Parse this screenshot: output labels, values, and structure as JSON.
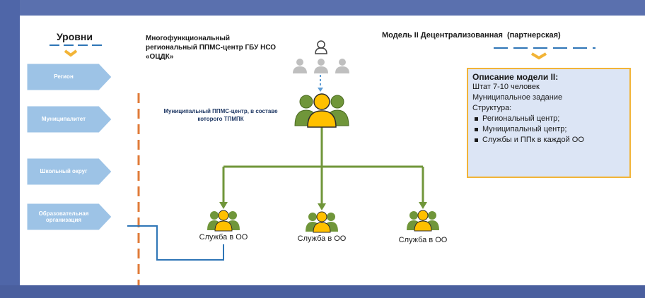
{
  "levels_header": "Уровни",
  "levels": [
    {
      "label": "Регион"
    },
    {
      "label": "Муниципалитет"
    },
    {
      "label": "Школьный округ"
    },
    {
      "label": "Образовательная организация"
    }
  ],
  "regional_center": "Многофункциональный региональный ППМС-центр ГБУ НСО «ОЦДК»",
  "model_title": "Модель II Децентрализованная  (партнерская)",
  "municipal_center": "Муниципальный  ППМС-центр, в составе которого ТПМПК",
  "services": [
    "Служба в ОО",
    "Служба в ОО",
    "Служба в ОО"
  ],
  "description": {
    "title": "Описание модели II:",
    "lines": [
      "Штат 7-10 человек",
      "Муниципальное задание",
      "Структура:"
    ],
    "bullets": [
      "Региональный центр;",
      "Муниципальный центр;",
      "Службы и ППк в каждой ОО"
    ]
  },
  "colors": {
    "level_arrow": "#9dc3e6",
    "group_main": "#ffc000",
    "group_outline": "#6f8f2f",
    "connector": "#70963a",
    "dashed_divider": "#e07b39",
    "description_border": "#f2b437"
  }
}
